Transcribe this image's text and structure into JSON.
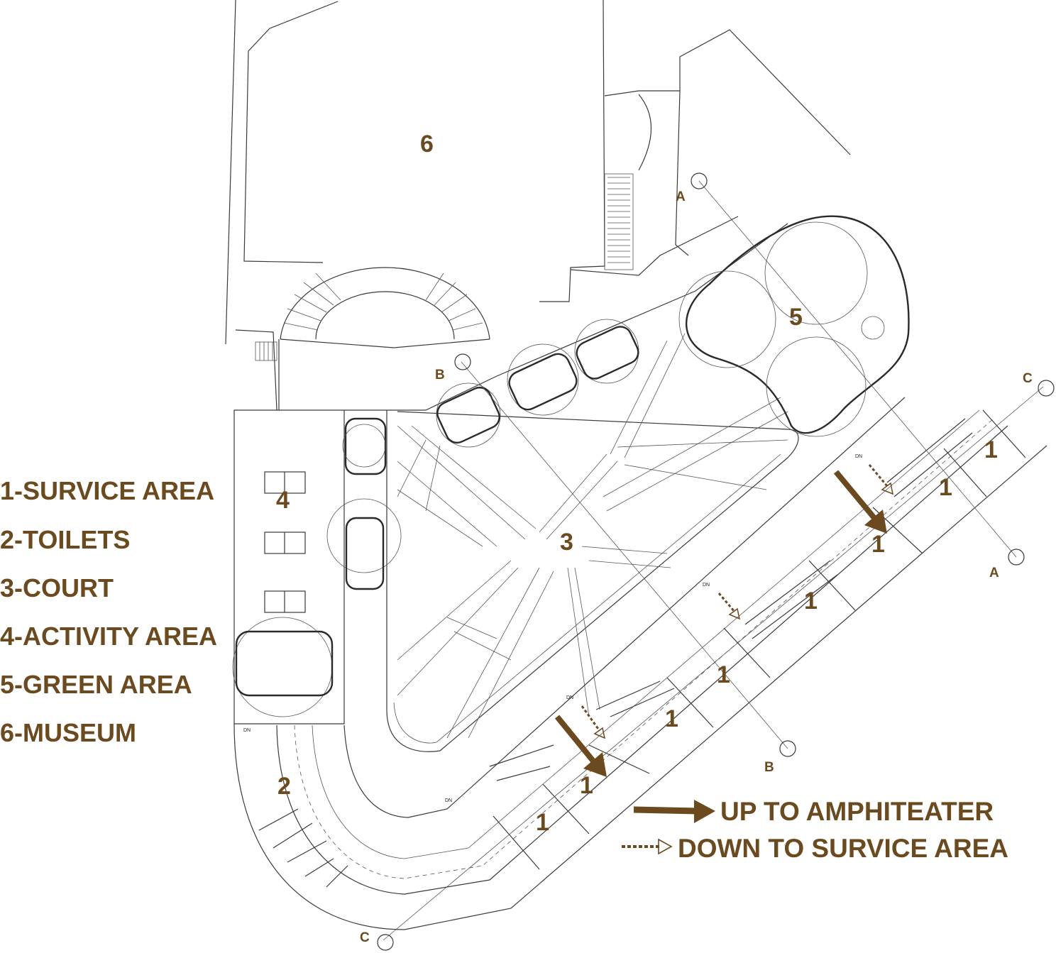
{
  "legend": [
    "1-SURVICE AREA",
    "2-TOILETS",
    "3-COURT",
    "4-ACTIVITY AREA",
    "5-GREEN AREA",
    "6-MUSEUM"
  ],
  "zones": [
    "1",
    "2",
    "3",
    "4",
    "5",
    "6"
  ],
  "sections": [
    "A",
    "B",
    "C"
  ],
  "stair_marker": "DN",
  "key": {
    "up": "UP TO AMPHITEATER",
    "down": "DOWN TO SURVICE AREA"
  },
  "colors": {
    "label": "#6b4a1f",
    "line": "#3a3a3a"
  }
}
